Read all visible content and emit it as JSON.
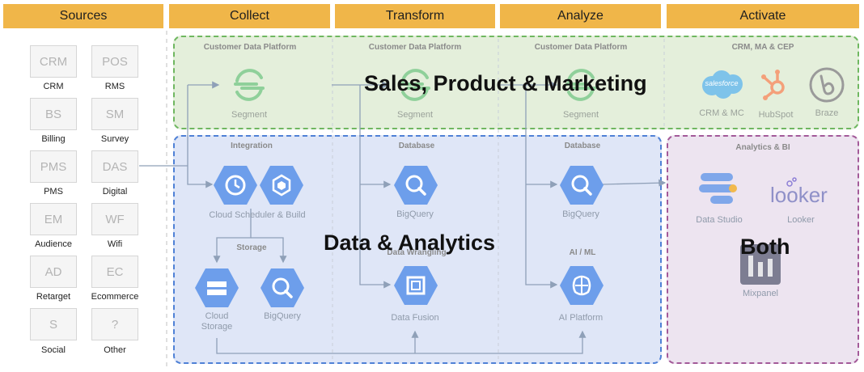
{
  "headers": [
    "Sources",
    "Collect",
    "Transform",
    "Analyze",
    "Activate"
  ],
  "sources": [
    {
      "code": "CRM",
      "label": "CRM"
    },
    {
      "code": "POS",
      "label": "RMS"
    },
    {
      "code": "BS",
      "label": "Billing"
    },
    {
      "code": "SM",
      "label": "Survey"
    },
    {
      "code": "PMS",
      "label": "PMS"
    },
    {
      "code": "DAS",
      "label": "Digital"
    },
    {
      "code": "EM",
      "label": "Audience"
    },
    {
      "code": "WF",
      "label": "Wifi"
    },
    {
      "code": "AD",
      "label": "Retarget"
    },
    {
      "code": "EC",
      "label": "Ecommerce"
    },
    {
      "code": "S",
      "label": "Social"
    },
    {
      "code": "?",
      "label": "Other"
    }
  ],
  "zones": {
    "green_title": "Sales, Product & Marketing",
    "blue_title": "Data & Analytics",
    "purple_title": "Both"
  },
  "sections": {
    "cdp1": "Customer Data Platform",
    "cdp2": "Customer Data Platform",
    "cdp3": "Customer Data Platform",
    "crm_ma_cep": "CRM, MA & CEP",
    "integration": "Integration",
    "storage": "Storage",
    "database1": "Database",
    "data_wrangling": "Data Wrangling",
    "database2": "Database",
    "ai_ml": "AI / ML",
    "analytics_bi": "Analytics & BI"
  },
  "labels": {
    "segment1": "Segment",
    "segment2": "Segment",
    "segment3": "Segment",
    "crm_mc": "CRM & MC",
    "hubspot": "HubSpot",
    "braze": "Braze",
    "salesforce_logo": "salesforce",
    "cloud_scheduler": "Cloud Scheduler & Build",
    "cloud_storage_1": "Cloud",
    "cloud_storage_2": "Storage",
    "bigquery_storage": "BigQuery",
    "bigquery_transform": "BigQuery",
    "data_fusion": "Data Fusion",
    "bigquery_analyze": "BigQuery",
    "ai_platform": "AI Platform",
    "data_studio": "Data Studio",
    "looker": "Looker",
    "looker_logo": "looker",
    "mixpanel": "Mixpanel"
  },
  "colors": {
    "header": "#f0b649",
    "green_zone": "#e4efdb",
    "blue_zone": "#dfe6f7",
    "purple_zone": "#ede4f0",
    "gcp_hex": "#6d9eeb"
  },
  "icons": [
    "segment-icon",
    "salesforce-icon",
    "hubspot-icon",
    "braze-icon",
    "cloud-scheduler-icon",
    "cloud-build-icon",
    "cloud-storage-icon",
    "bigquery-icon",
    "data-fusion-icon",
    "ai-platform-icon",
    "data-studio-icon",
    "looker-icon",
    "mixpanel-icon"
  ]
}
